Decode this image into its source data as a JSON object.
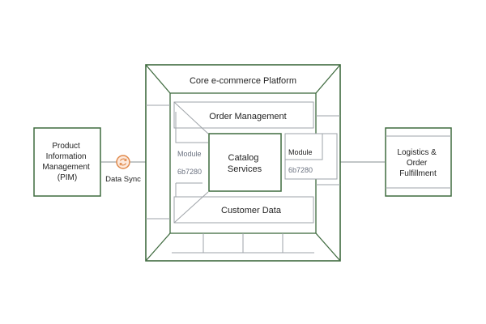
{
  "diagram": {
    "colors": {
      "green": "#3f6b3f",
      "gray": "#9ea3a8",
      "text": "#1f1f1f",
      "muted": "#6b7280",
      "sync": "#e0894b",
      "sync_fill": "#fde9dc"
    },
    "pim": {
      "lines": [
        "Product",
        "Information",
        "Management",
        "(PIM)"
      ]
    },
    "sync_label": "Data Sync",
    "sync_icon": "sync-icon",
    "platform_title": "Core e-commerce Platform",
    "order_management": "Order Management",
    "catalog": {
      "lines": [
        "Catalog",
        "Services"
      ]
    },
    "customer_data": "Customer Data",
    "module_left": {
      "title": "Module",
      "code": "6b7280"
    },
    "module_right": {
      "title": "Module",
      "code": "6b7280"
    },
    "logistics": {
      "lines": [
        "Logistics &",
        "Order",
        "Fulfillment"
      ]
    }
  }
}
